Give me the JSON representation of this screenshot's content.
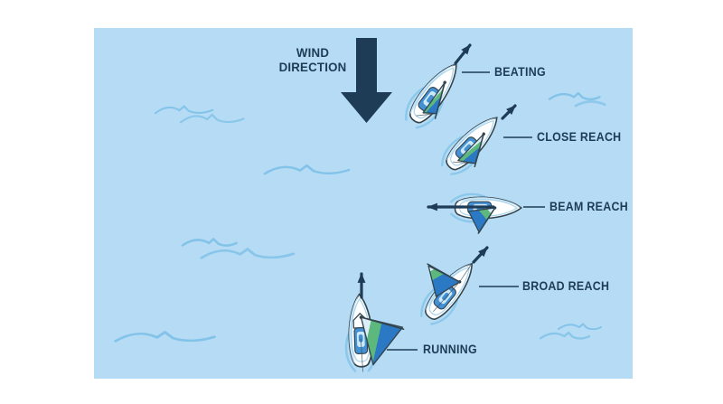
{
  "wind": {
    "label_line1": "WIND",
    "label_line2": "DIRECTION",
    "arrow_icon": "wind-direction-down-arrow"
  },
  "points_of_sail": [
    {
      "id": "beating",
      "label": "BEATING",
      "boat_icon": "sailboat-beating-icon",
      "heading_arrow": "northeast"
    },
    {
      "id": "close-reach",
      "label": "CLOSE REACH",
      "boat_icon": "sailboat-close-reach-icon",
      "heading_arrow": "northeast"
    },
    {
      "id": "beam-reach",
      "label": "BEAM REACH",
      "boat_icon": "sailboat-beam-reach-icon",
      "heading_arrow": "west"
    },
    {
      "id": "broad-reach",
      "label": "BROAD REACH",
      "boat_icon": "sailboat-broad-reach-icon",
      "heading_arrow": "northeast"
    },
    {
      "id": "running",
      "label": "RUNNING",
      "boat_icon": "sailboat-running-icon",
      "heading_arrow": "north"
    }
  ],
  "colors": {
    "page_bg": "#ffffff",
    "water": "#b5dcf4",
    "navy": "#1e3c55",
    "outline": "#33454f",
    "sail_blue": "#2b79c4",
    "sail_green": "#5cb87c",
    "sail_light": "#dceff8",
    "cabin_blue": "#4391d4",
    "cabin_light": "#cde9f7",
    "hull_white": "#ffffff",
    "wake": "#8cc8ec",
    "wave": "#84c3e9"
  }
}
